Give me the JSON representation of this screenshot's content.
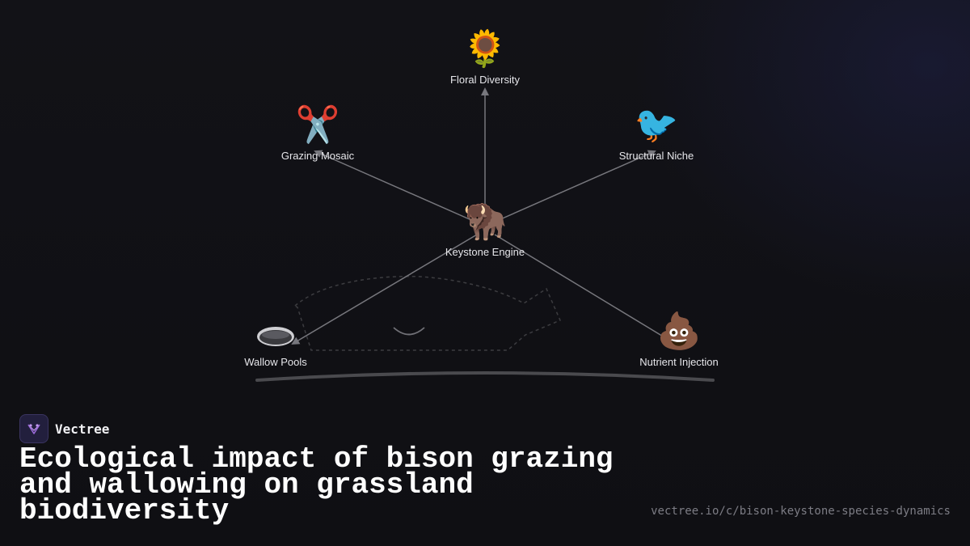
{
  "diagram": {
    "center": {
      "icon": "🦬",
      "icon_name": "bison-icon",
      "label": "Keystone Engine"
    },
    "nodes": [
      {
        "id": "floral",
        "icon": "🌻",
        "icon_name": "sunflower-icon",
        "label": "Floral Diversity"
      },
      {
        "id": "grazing",
        "icon": "✂️",
        "icon_name": "scissors-icon",
        "label": "Grazing Mosaic"
      },
      {
        "id": "structural",
        "icon": "🐦",
        "icon_name": "bird-icon",
        "label": "Structural Niche"
      },
      {
        "id": "wallow",
        "icon": "",
        "icon_name": "wallow-pool-icon",
        "label": "Wallow Pools"
      },
      {
        "id": "nutrient",
        "icon": "💩",
        "icon_name": "dung-icon",
        "label": "Nutrient Injection"
      }
    ],
    "colors": {
      "arrow": "#77777d",
      "outline": "#3c3c40",
      "ground": "#4a4a4e"
    }
  },
  "brand": {
    "name": "Vectree",
    "accent": "#9a6ad8"
  },
  "title": "Ecological impact of bison grazing and wallowing on grassland biodiversity",
  "url": "vectree.io/c/bison-keystone-species-dynamics"
}
